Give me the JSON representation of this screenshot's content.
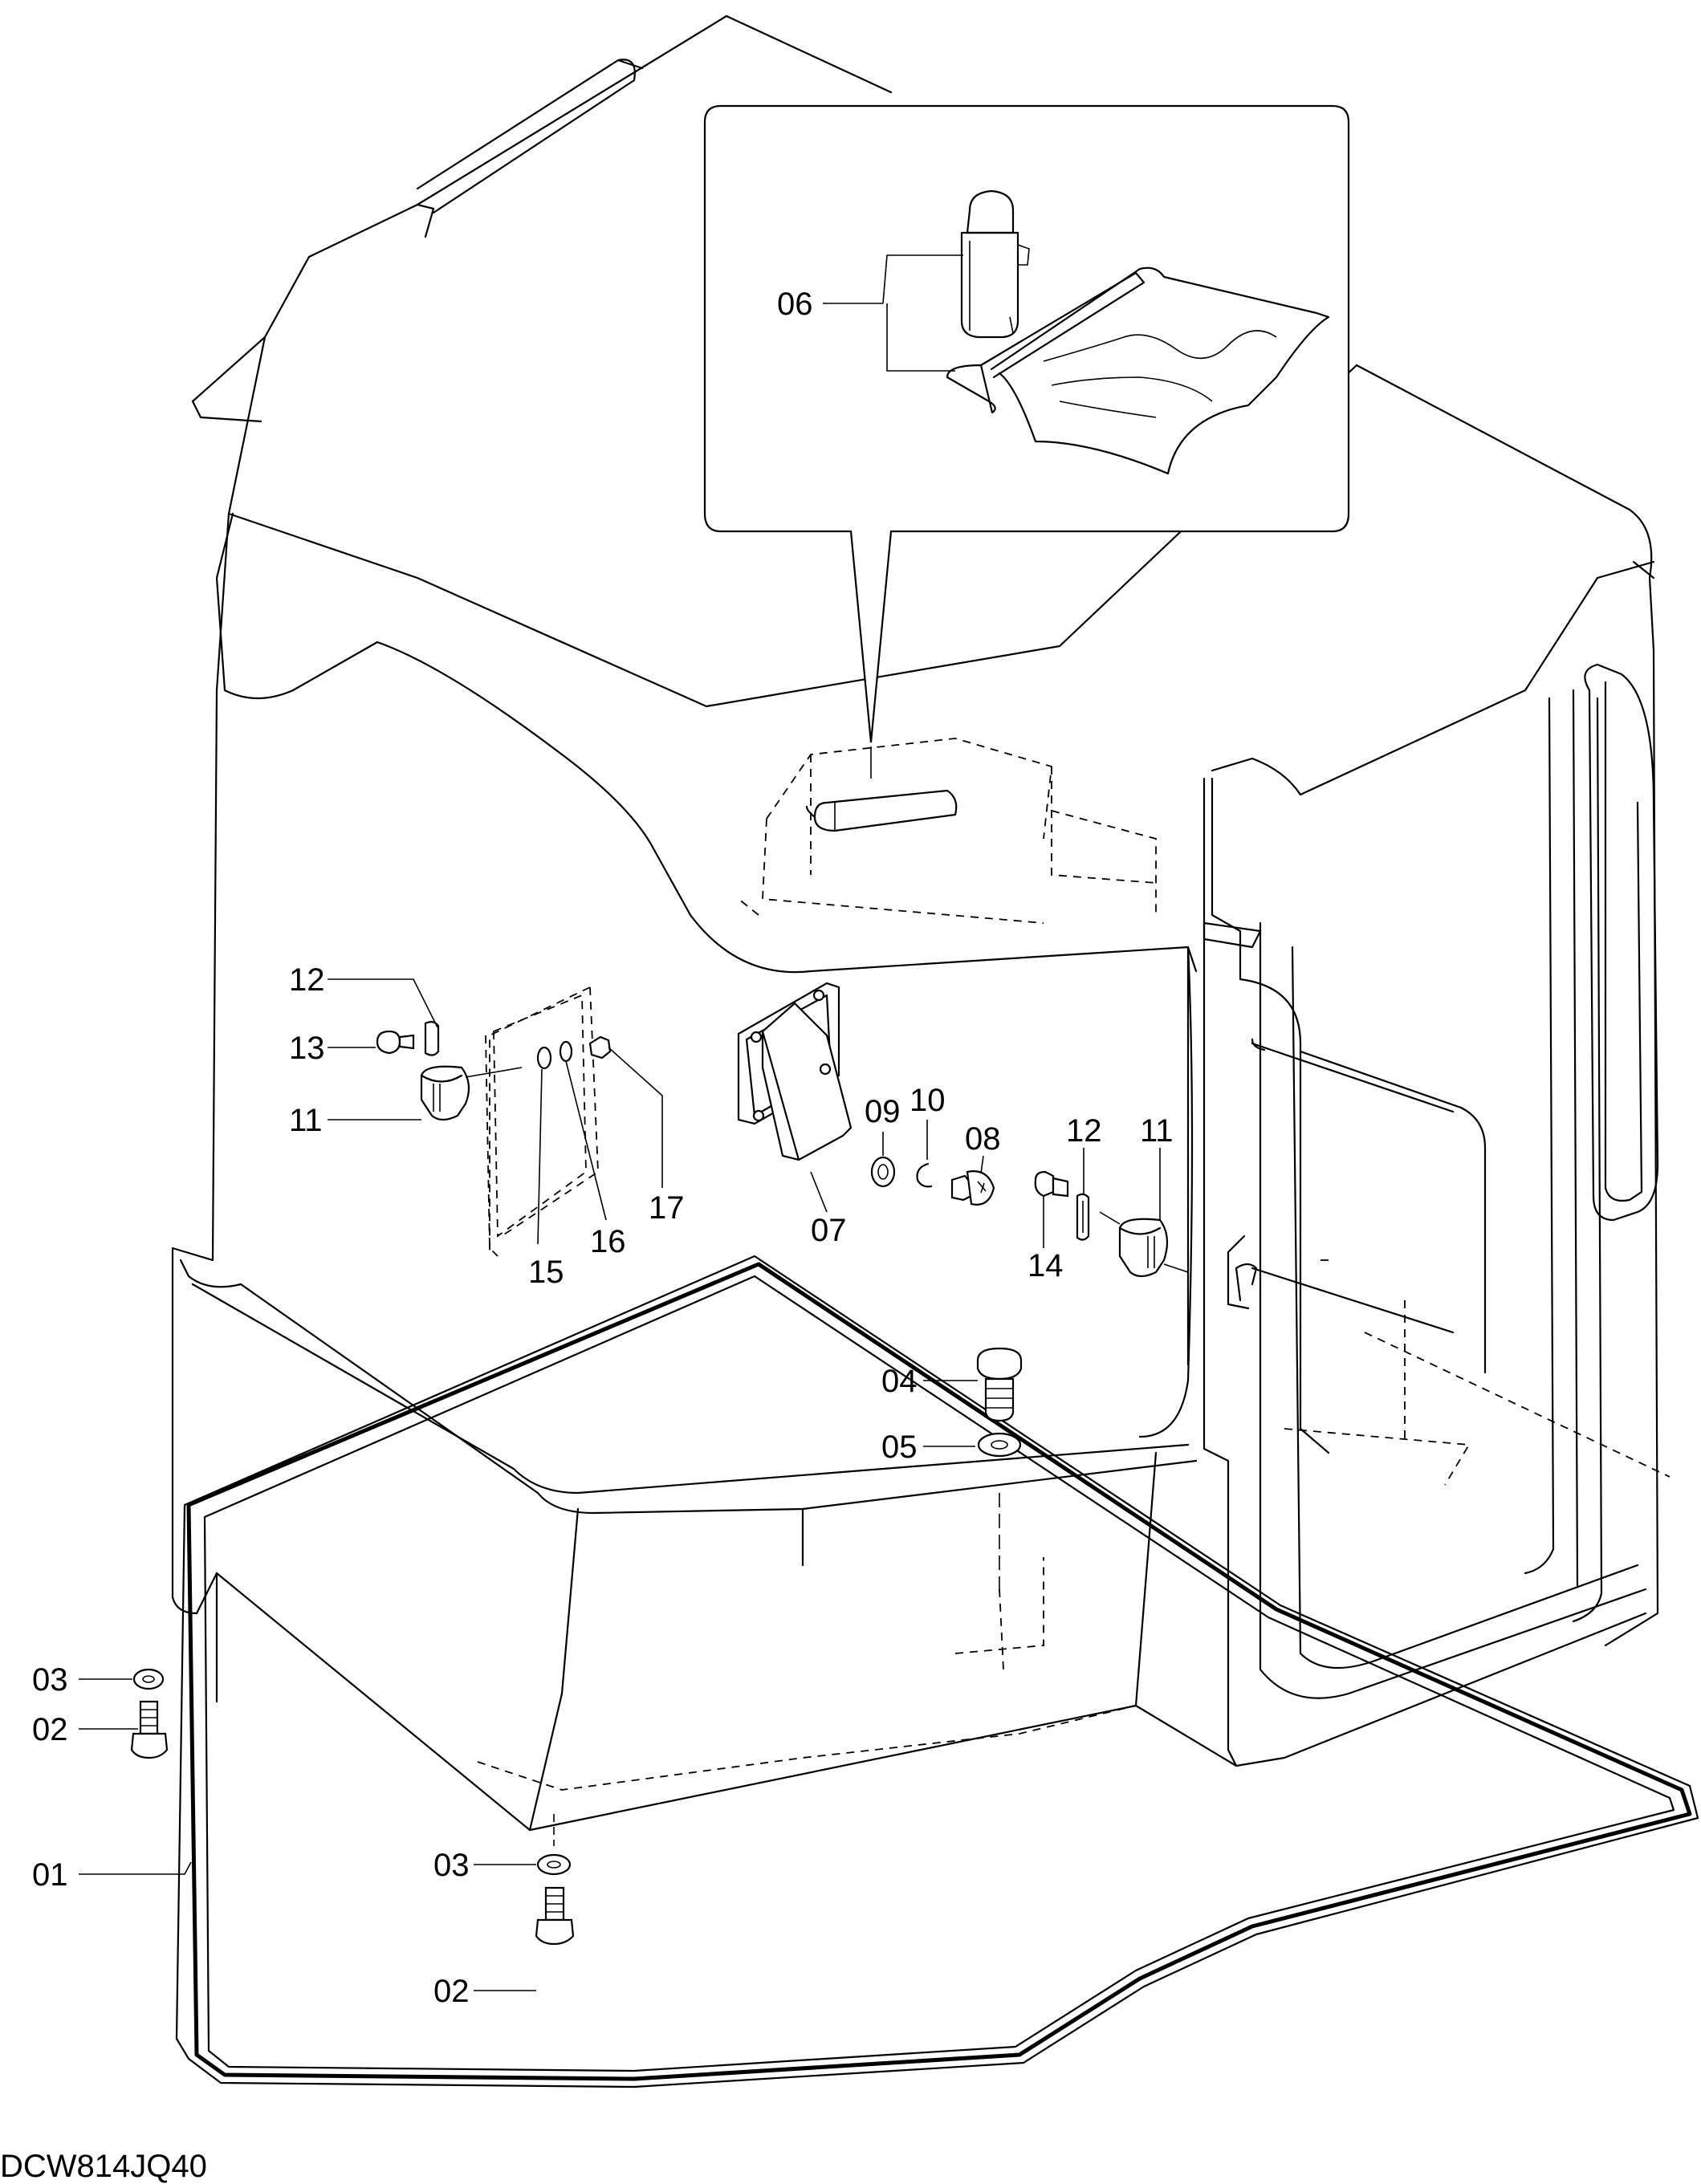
{
  "drawing_code": "DCW814JQ40",
  "callouts": [
    {
      "id": "c01",
      "label": "01"
    },
    {
      "id": "c02a",
      "label": "02"
    },
    {
      "id": "c02b",
      "label": "02"
    },
    {
      "id": "c03a",
      "label": "03"
    },
    {
      "id": "c03b",
      "label": "03"
    },
    {
      "id": "c04",
      "label": "04"
    },
    {
      "id": "c05",
      "label": "05"
    },
    {
      "id": "c06",
      "label": "06"
    },
    {
      "id": "c07",
      "label": "07"
    },
    {
      "id": "c08",
      "label": "08"
    },
    {
      "id": "c09",
      "label": "09"
    },
    {
      "id": "c10",
      "label": "10"
    },
    {
      "id": "c11a",
      "label": "11"
    },
    {
      "id": "c11b",
      "label": "11"
    },
    {
      "id": "c12a",
      "label": "12"
    },
    {
      "id": "c12b",
      "label": "12"
    },
    {
      "id": "c13",
      "label": "13"
    },
    {
      "id": "c14",
      "label": "14"
    },
    {
      "id": "c15",
      "label": "15"
    },
    {
      "id": "c16",
      "label": "16"
    },
    {
      "id": "c17",
      "label": "17"
    }
  ]
}
